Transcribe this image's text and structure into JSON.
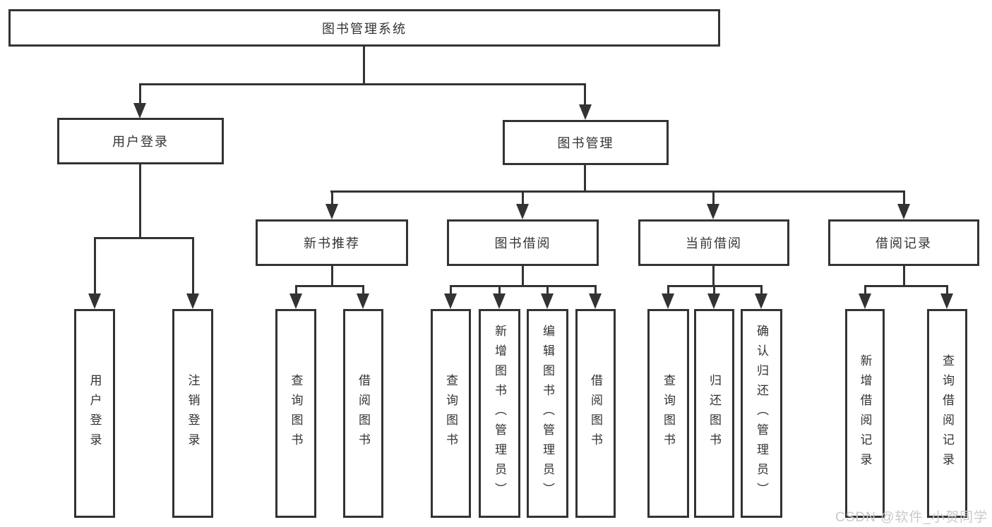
{
  "watermark": "CSDN @软件_小贺同学",
  "colors": {
    "line": "#333333",
    "border": "#333333",
    "text": "#333333",
    "bg": "#ffffff",
    "watermark": "#c9c9c9"
  },
  "nodes": {
    "root": "图书管理系统",
    "user_login": "用户登录",
    "book_management": "图书管理",
    "user_login_leaves": [
      "用户登录",
      "注销登录"
    ],
    "book_management_children": [
      "新书推荐",
      "图书借阅",
      "当前借阅",
      "借阅记录"
    ],
    "new_book_leaves": [
      "查询图书",
      "借阅图书"
    ],
    "book_borrow_leaves": [
      "查询图书",
      "新增图书（管理员）",
      "编辑图书（管理员）",
      "借阅图书"
    ],
    "current_borrow_leaves": [
      "查询图书",
      "归还图书",
      "确认归还（管理员）"
    ],
    "borrow_record_leaves": [
      "新增借阅记录",
      "查询借阅记录"
    ]
  }
}
